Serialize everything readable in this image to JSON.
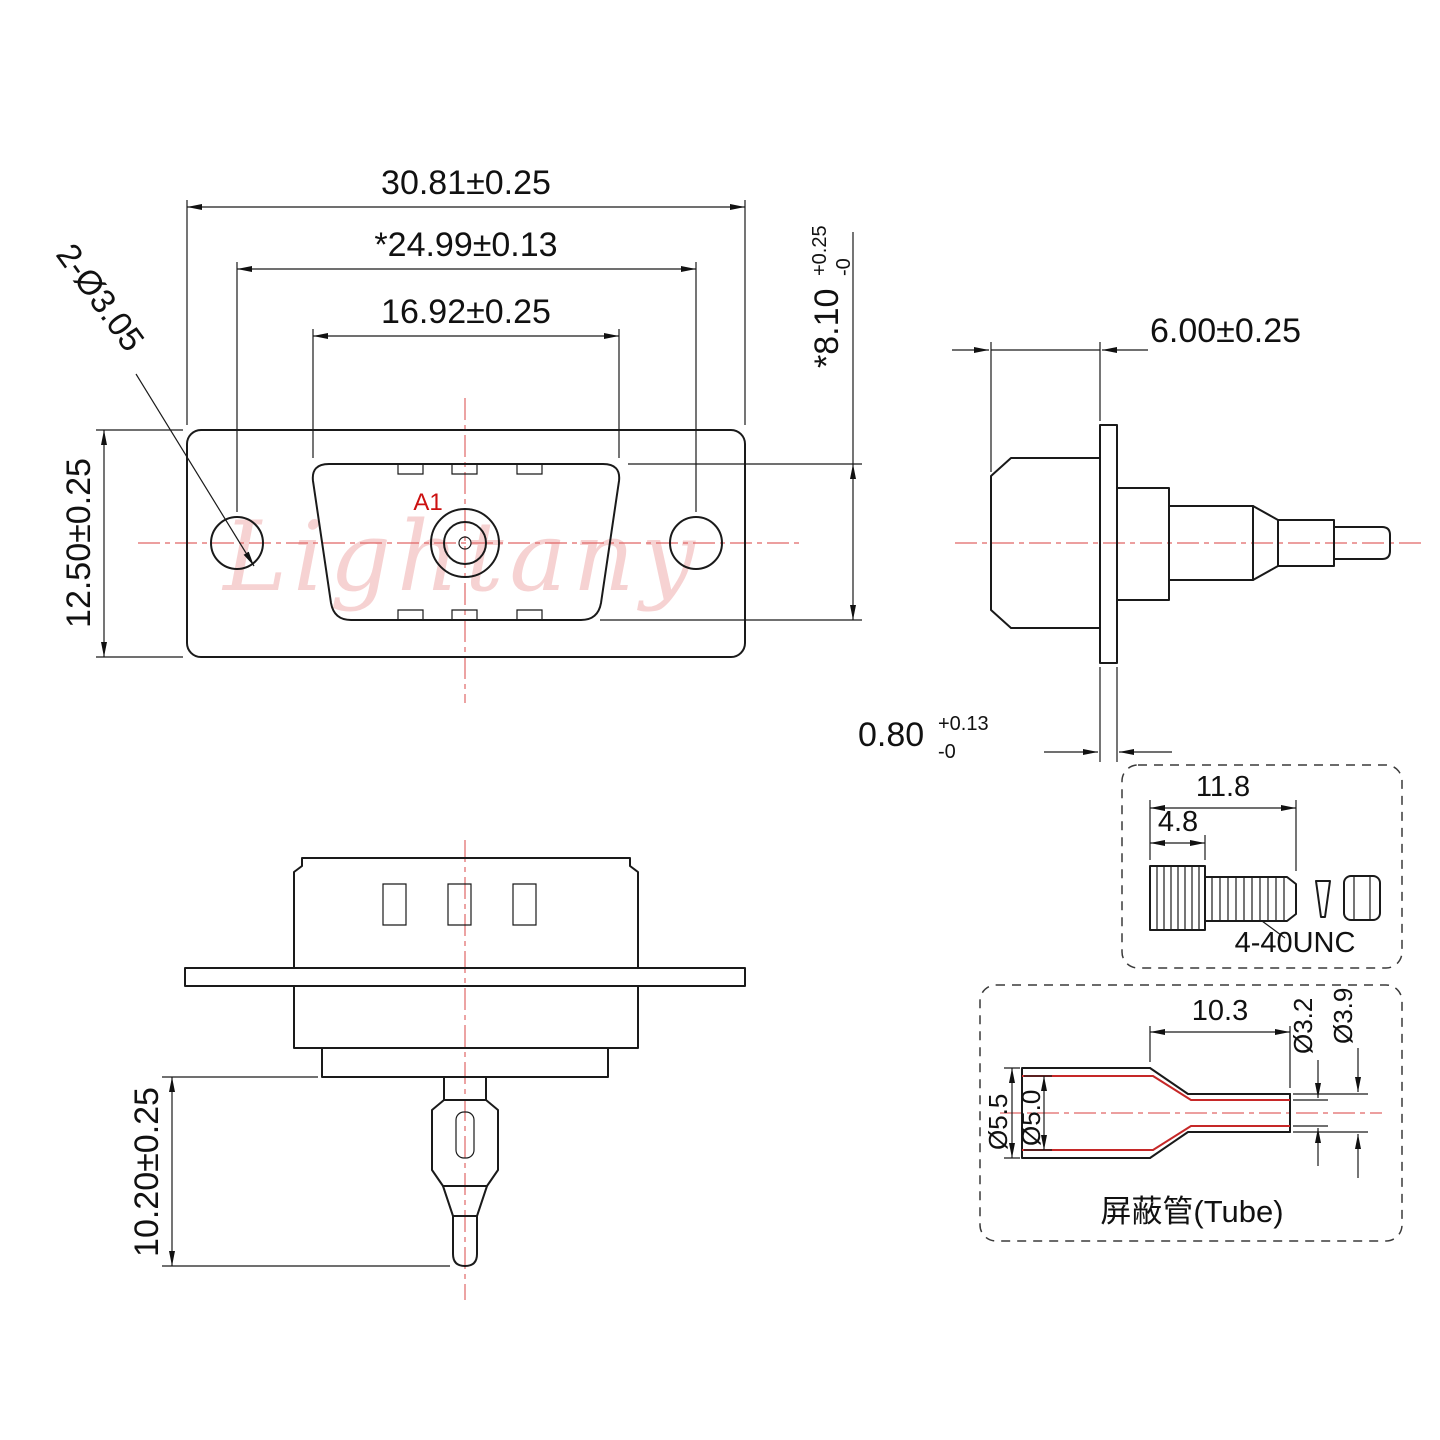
{
  "watermark": "Lightany",
  "front_view": {
    "dim_flange_width": "30.81±0.25",
    "dim_hole_spacing": "*24.99±0.13",
    "dim_shell_width": "16.92±0.25",
    "dim_flange_height": "12.50±0.25",
    "dim_shell_height": "*8.10",
    "dim_shell_height_tol_plus": "+0.25",
    "dim_shell_height_tol_minus": "-0",
    "dim_mounting_holes": "2-Ø3.05",
    "contact_label": "A1"
  },
  "side_view": {
    "dim_body_depth": "6.00±0.25",
    "dim_flange_thickness": "0.80",
    "dim_flange_thickness_tol_plus": "+0.13",
    "dim_flange_thickness_tol_minus": "-0"
  },
  "rear_view": {
    "dim_tail_length": "10.20±0.25"
  },
  "screw_detail": {
    "dim_total_length": "11.8",
    "dim_head_length": "4.8",
    "thread_spec": "4-40UNC"
  },
  "tube_detail": {
    "dim_tube_length": "10.3",
    "dim_inner_small": "Ø3.2",
    "dim_outer_small": "Ø3.9",
    "dim_outer_large": "Ø5.5",
    "dim_inner_large": "Ø5.0",
    "label": "屏蔽管(Tube)"
  }
}
